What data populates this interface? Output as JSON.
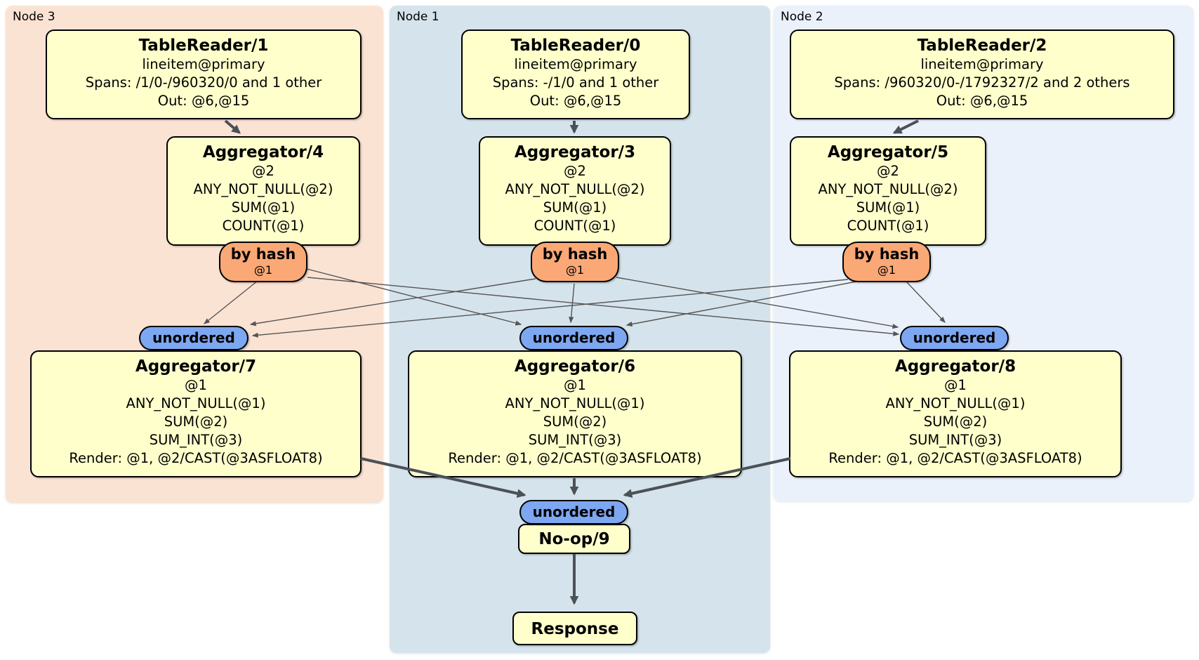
{
  "regions": {
    "node3": {
      "label": "Node 3",
      "bg": "#fbe3d4"
    },
    "node1": {
      "label": "Node 1",
      "bg": "#d5e3ec"
    },
    "node2": {
      "label": "Node 2",
      "bg": "#ebf1fa"
    }
  },
  "colors": {
    "operator_box_fill": "#ffffcc",
    "operator_box_border": "#000000",
    "hash_router_fill": "#f9a876",
    "unordered_stream_fill": "#7da7f0",
    "thick_arrow": "#4b5157",
    "thin_edge": "#555555"
  },
  "node3": {
    "table_reader": {
      "title": "TableReader/1",
      "lines": [
        "lineitem@primary",
        "Spans: /1/0-/960320/0 and 1 other",
        "Out: @6,@15"
      ]
    },
    "aggregator": {
      "title": "Aggregator/4",
      "lines": [
        "@2",
        "ANY_NOT_NULL(@2)",
        "SUM(@1)",
        "COUNT(@1)"
      ]
    },
    "by_hash": {
      "label": "by hash",
      "detail": "@1"
    },
    "unordered": {
      "label": "unordered"
    },
    "aggregator_merge": {
      "title": "Aggregator/7",
      "lines": [
        "@1",
        "ANY_NOT_NULL(@1)",
        "SUM(@2)",
        "SUM_INT(@3)",
        "Render: @1, @2/CAST(@3ASFLOAT8)"
      ]
    }
  },
  "node1": {
    "table_reader": {
      "title": "TableReader/0",
      "lines": [
        "lineitem@primary",
        "Spans: -/1/0 and 1 other",
        "Out: @6,@15"
      ]
    },
    "aggregator": {
      "title": "Aggregator/3",
      "lines": [
        "@2",
        "ANY_NOT_NULL(@2)",
        "SUM(@1)",
        "COUNT(@1)"
      ]
    },
    "by_hash": {
      "label": "by hash",
      "detail": "@1"
    },
    "unordered": {
      "label": "unordered"
    },
    "aggregator_merge": {
      "title": "Aggregator/6",
      "lines": [
        "@1",
        "ANY_NOT_NULL(@1)",
        "SUM(@2)",
        "SUM_INT(@3)",
        "Render: @1, @2/CAST(@3ASFLOAT8)"
      ]
    },
    "unordered_sink": {
      "label": "unordered"
    },
    "no_op": {
      "title": "No-op/9"
    },
    "response": {
      "title": "Response"
    }
  },
  "node2": {
    "table_reader": {
      "title": "TableReader/2",
      "lines": [
        "lineitem@primary",
        "Spans: /960320/0-/1792327/2 and 2 others",
        "Out: @6,@15"
      ]
    },
    "aggregator": {
      "title": "Aggregator/5",
      "lines": [
        "@2",
        "ANY_NOT_NULL(@2)",
        "SUM(@1)",
        "COUNT(@1)"
      ]
    },
    "by_hash": {
      "label": "by hash",
      "detail": "@1"
    },
    "unordered": {
      "label": "unordered"
    },
    "aggregator_merge": {
      "title": "Aggregator/8",
      "lines": [
        "@1",
        "ANY_NOT_NULL(@1)",
        "SUM(@2)",
        "SUM_INT(@3)",
        "Render: @1, @2/CAST(@3ASFLOAT8)"
      ]
    }
  }
}
